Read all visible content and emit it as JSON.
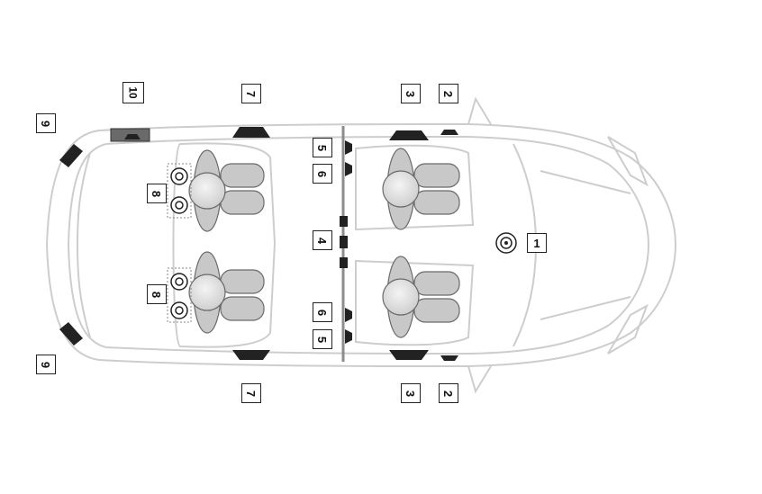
{
  "diagram": {
    "callouts": {
      "c1": "1",
      "c2_top": "2",
      "c2_bottom": "2",
      "c3_top": "3",
      "c3_bottom": "3",
      "c4": "4",
      "c5_top": "5",
      "c5_bottom": "5",
      "c6_top": "6",
      "c6_bottom": "6",
      "c7_top": "7",
      "c7_bottom": "7",
      "c8_top": "8",
      "c8_bottom": "8",
      "c9_top": "9",
      "c9_bottom": "9",
      "c10": "10"
    },
    "colors": {
      "outline": "#cfcfcf",
      "seat_fill": "#c8c8c8",
      "seat_stroke": "#6a6a6a",
      "speaker_dark": "#222222",
      "pillar": "#8c8c8c"
    }
  }
}
